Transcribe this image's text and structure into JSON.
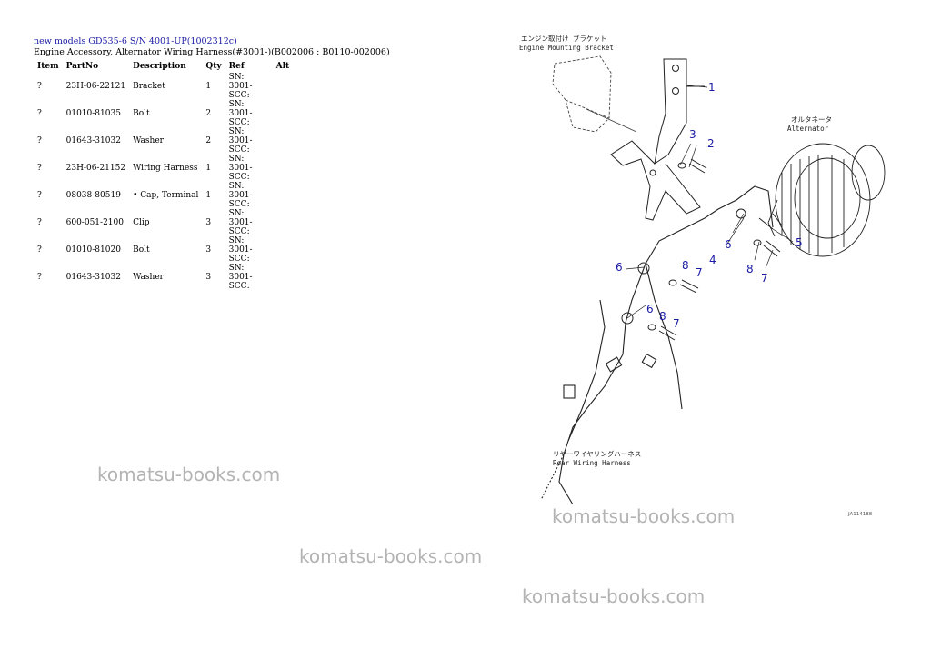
{
  "breadcrumb": {
    "link1": "new models",
    "link2": "GD535-6 S/N 4001-UP(1002312c)"
  },
  "page_title": "Engine Accessory, Alternator Wiring Harness(#3001-)(B002006 : B0110-002006)",
  "table": {
    "headers": [
      "Item",
      "PartNo",
      "Description",
      "Qty",
      "Ref",
      "Alt"
    ],
    "rows": [
      {
        "item": "?",
        "partno": "23H-06-22121",
        "description": "Bracket",
        "qty": "1",
        "ref": "SN: 3001-SCC:",
        "alt": ""
      },
      {
        "item": "?",
        "partno": "01010-81035",
        "description": "Bolt",
        "qty": "2",
        "ref": "SN: 3001-SCC:",
        "alt": ""
      },
      {
        "item": "?",
        "partno": "01643-31032",
        "description": "Washer",
        "qty": "2",
        "ref": "SN: 3001-SCC:",
        "alt": ""
      },
      {
        "item": "?",
        "partno": "23H-06-21152",
        "description": "Wiring Harness",
        "qty": "1",
        "ref": "SN: 3001-SCC:",
        "alt": ""
      },
      {
        "item": "?",
        "partno": "08038-80519",
        "description": "• Cap, Terminal",
        "qty": "1",
        "ref": "SN: 3001-SCC:",
        "alt": ""
      },
      {
        "item": "?",
        "partno": "600-051-2100",
        "description": "Clip",
        "qty": "3",
        "ref": "SN: 3001-SCC:",
        "alt": ""
      },
      {
        "item": "?",
        "partno": "01010-81020",
        "description": "Bolt",
        "qty": "3",
        "ref": "SN: 3001-SCC:",
        "alt": ""
      },
      {
        "item": "?",
        "partno": "01643-31032",
        "description": "Washer",
        "qty": "3",
        "ref": "SN: 3001-SCC:",
        "alt": ""
      }
    ]
  },
  "diagram": {
    "label_engine_jp": "エンジン取付け ブラケット",
    "label_engine_en": "Engine Mounting Bracket",
    "label_alt_jp": "オルタネータ",
    "label_alt_en": "Alternator",
    "label_rear_jp": "リヤーワイヤリングハーネス",
    "label_rear_en": "Rear Wiring Harness",
    "drawing_code": "JA114188",
    "callouts": {
      "c1": "1",
      "c2": "2",
      "c3": "3",
      "c4": "4",
      "c5": "5",
      "c6a": "6",
      "c6b": "6",
      "c6c": "6",
      "c7a": "7",
      "c7b": "7",
      "c7c": "7",
      "c8a": "8",
      "c8b": "8",
      "c8c": "8"
    }
  },
  "watermarks": [
    "komatsu-books.com",
    "komatsu-books.com",
    "komatsu-books.com",
    "komatsu-books.com"
  ]
}
